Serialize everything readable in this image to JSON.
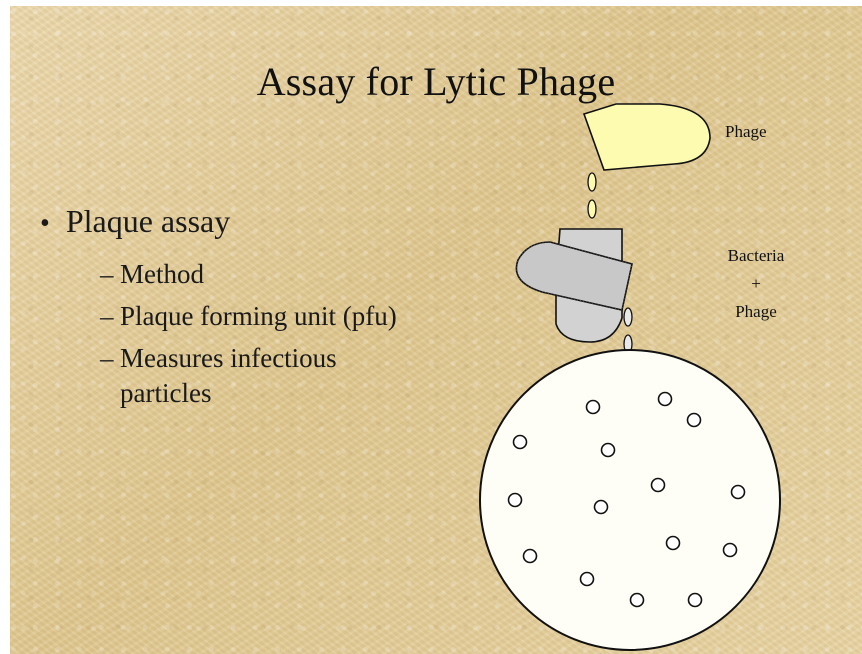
{
  "slide": {
    "title": "Assay for Lytic Phage",
    "bullets": {
      "main": "Plaque assay",
      "sub": [
        "Method",
        "Plaque forming unit (pfu)",
        "Measures infectious particles"
      ]
    },
    "diagram_labels": {
      "phage": "Phage",
      "bacteria": "Bacteria",
      "plus": "+",
      "phage2": "Phage"
    }
  },
  "colors": {
    "background": "#e6d2a3",
    "phage_tube": "#fdfbb0",
    "mix_tube": "#c8c8c8",
    "plate": "#fffef6",
    "outline": "#111111"
  }
}
